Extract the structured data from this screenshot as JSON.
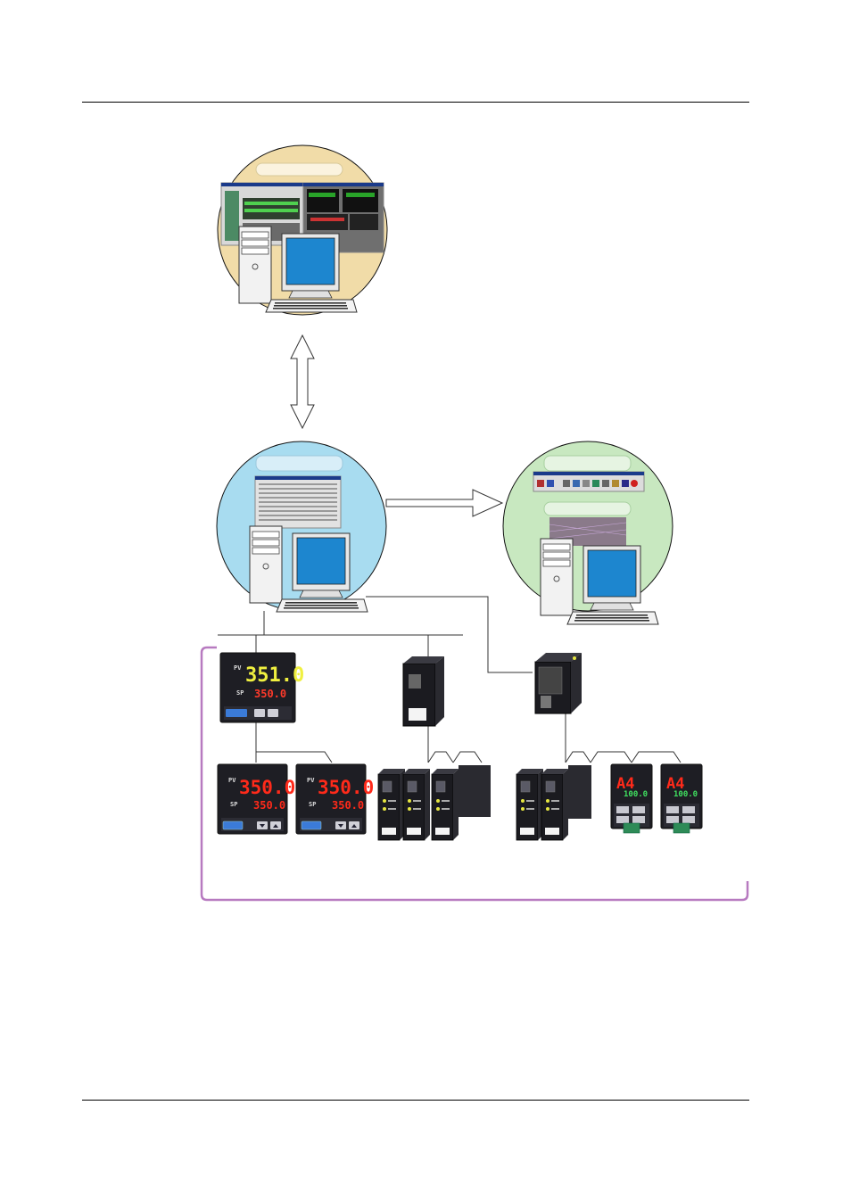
{
  "page": {
    "header_rule": true,
    "footer_rule": true
  },
  "diagram": {
    "nodes": [
      {
        "id": "upper-pc",
        "circle_color": "#f1dca8",
        "icon": "desktop-computer-icon"
      },
      {
        "id": "middle-pc",
        "circle_color": "#a8dcf0",
        "icon": "desktop-computer-icon"
      },
      {
        "id": "right-pc",
        "circle_color": "#c8e8c0",
        "icon": "desktop-computer-icon"
      }
    ],
    "controllers": {
      "top_controller": {
        "pv": "351.0",
        "sp": "350.0"
      },
      "lower_controllers": [
        {
          "pv": "350.0",
          "sp": "350.0"
        },
        {
          "pv": "350.0",
          "sp": "350.0"
        }
      ],
      "small_indicators": [
        {
          "main": "A4",
          "sub": "100.0"
        },
        {
          "main": "A4",
          "sub": "100.0"
        }
      ]
    },
    "colors": {
      "bus_frame": "#b77ac0",
      "monitor_screen": "#1d86cf",
      "lcd_red": "#ff2a1a",
      "lcd_yellow": "#f0f040",
      "lcd_green": "#40e060",
      "device_body": "#1e1e24"
    }
  }
}
